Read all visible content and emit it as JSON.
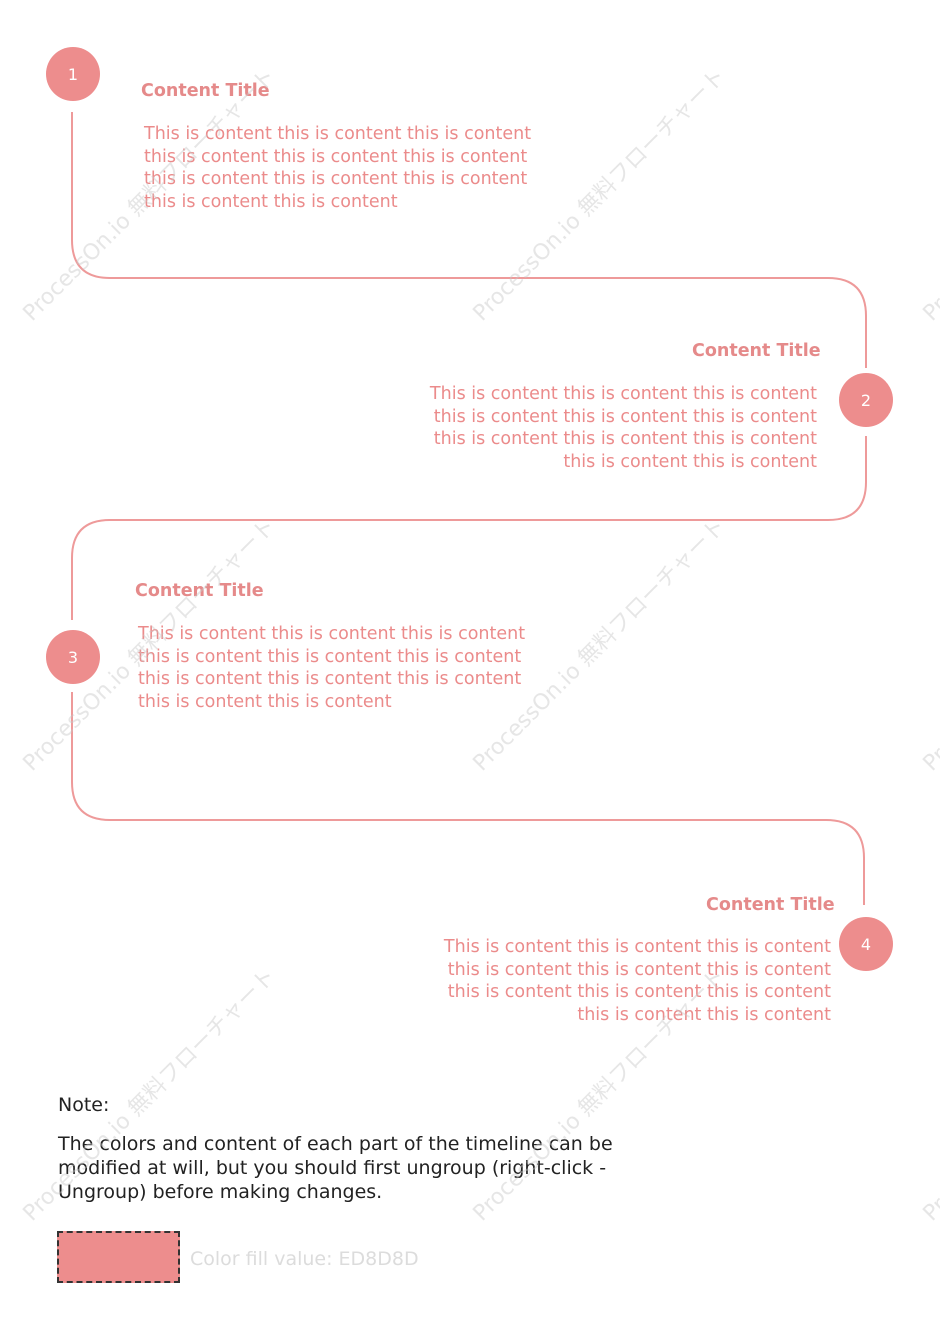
{
  "steps": [
    {
      "number": "1",
      "title": "Content Title",
      "body": "This is content this is content this is content\nthis is content this is content this is content\nthis is content this is content this is content\nthis is content this is content"
    },
    {
      "number": "2",
      "title": "Content Title",
      "body": "This is content this is content this is content\nthis is content this is content this is content\nthis is content this is content this is content\nthis is content this is content"
    },
    {
      "number": "3",
      "title": "Content Title",
      "body": "This is content this is content this is content\nthis is content this is content this is content\nthis is content this is content this is content\nthis is content this is content"
    },
    {
      "number": "4",
      "title": "Content Title",
      "body": "This is content this is content this is content\nthis is content this is content this is content\nthis is content this is content this is content\nthis is content this is content"
    }
  ],
  "note": {
    "label": "Note:",
    "text": "The colors and content of each part of the timeline can be modified at will, but you should first ungroup (right-click - Ungroup) before making changes."
  },
  "swatch": {
    "label": "Color fill value: ED8D8D",
    "color": "#ED8D8D"
  },
  "watermark": "ProcessOn.io 無料フローチャート",
  "colors": {
    "accent": "#ED8D8D",
    "line": "#EE9A9A"
  }
}
